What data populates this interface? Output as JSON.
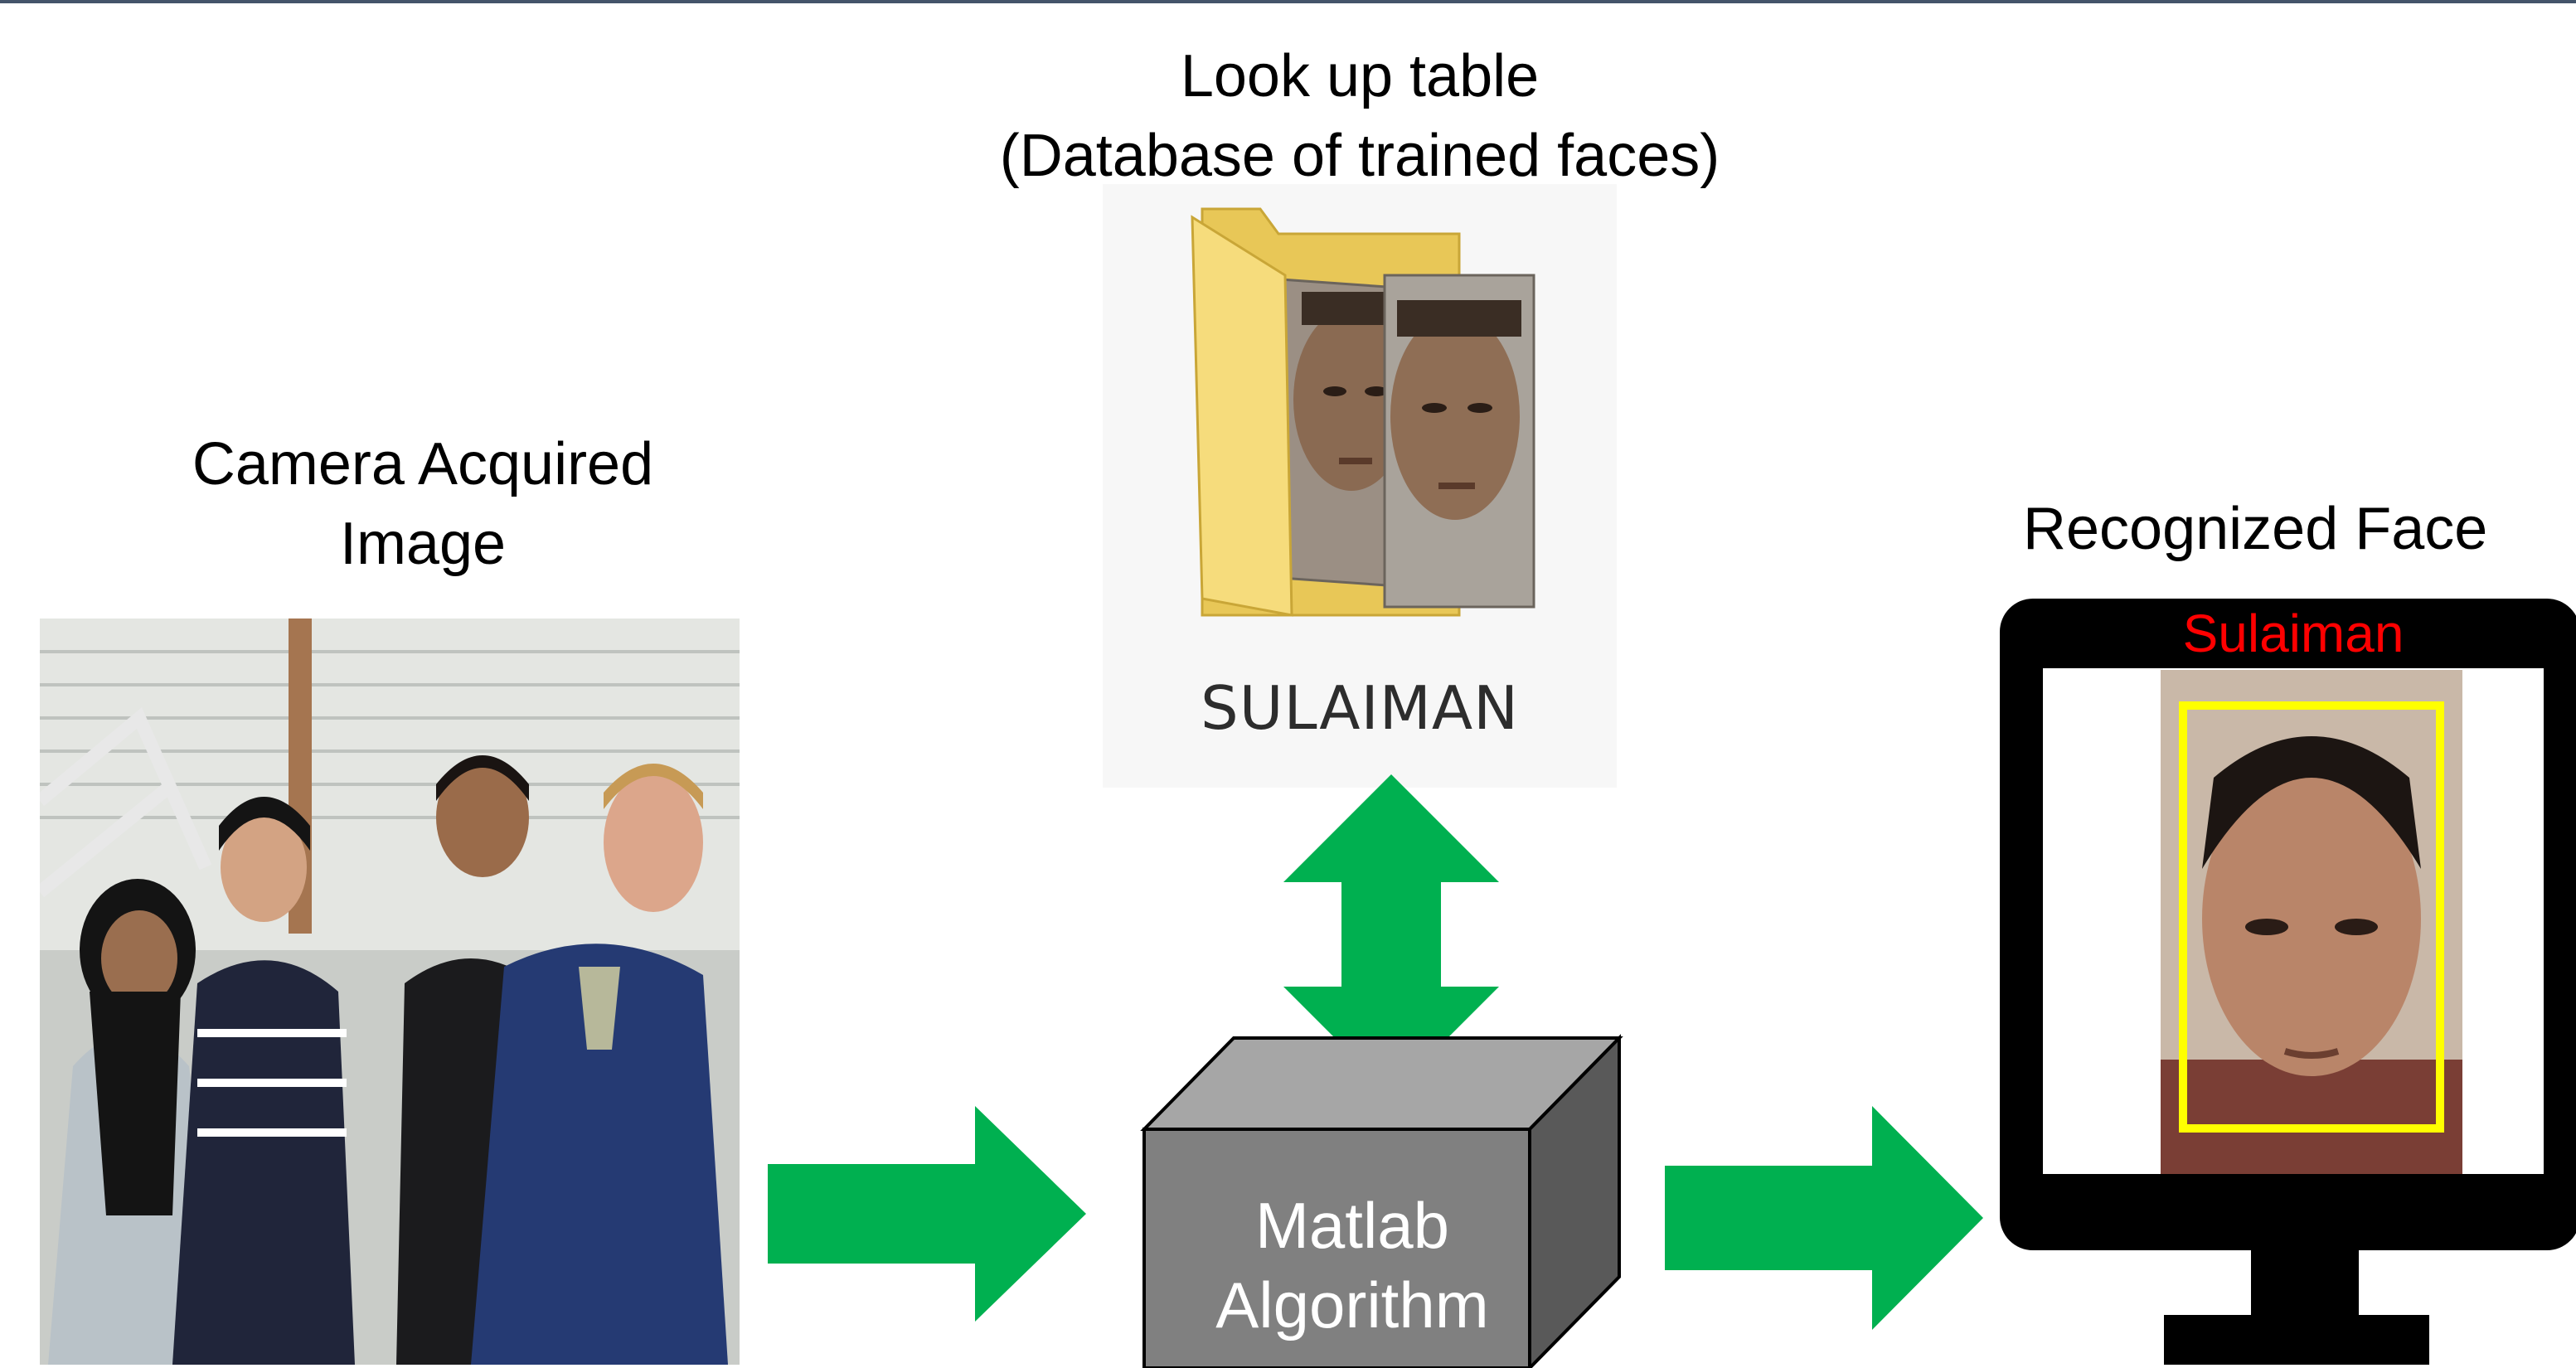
{
  "lookup": {
    "title_line1": "Look up table",
    "title_line2": "(Database of trained faces)",
    "folder_label": "SULAIMAN",
    "folder_icon": "folder-icon"
  },
  "camera": {
    "title_line1": "Camera Acquired",
    "title_line2": "Image",
    "photo": "group-photo"
  },
  "algorithm": {
    "label_line1": "Matlab",
    "label_line2": "Algorithm"
  },
  "recognized": {
    "title": "Recognized Face",
    "name": "Sulaiman",
    "monitor_icon": "monitor-icon"
  },
  "colors": {
    "arrow": "#00b050",
    "box_front": "#808080",
    "box_top": "#a6a6a6",
    "box_side": "#595959",
    "name": "#ff0000",
    "face_box": "#ffff00"
  }
}
